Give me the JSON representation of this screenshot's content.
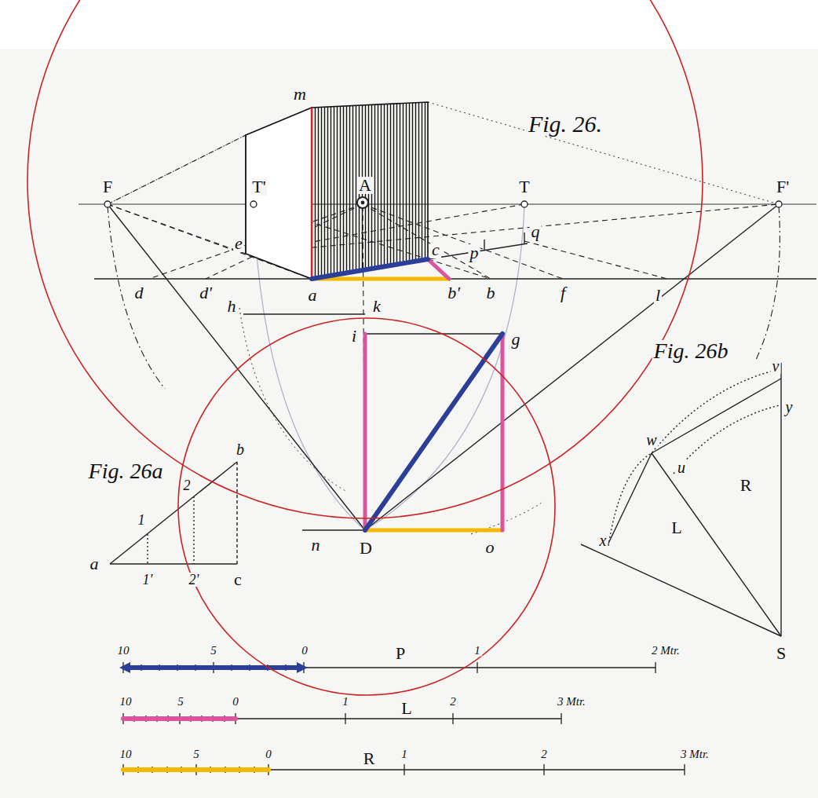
{
  "diagram": {
    "title": "Fig. 26.",
    "labels": [
      "m",
      "F",
      "T'",
      "A",
      "T",
      "F'",
      "e",
      "c",
      "p",
      "q",
      "d",
      "d'",
      "a",
      "b'",
      "b",
      "f",
      "l",
      "h",
      "k",
      "i",
      "g",
      "D",
      "o",
      "n",
      "Fig. 26a",
      "b",
      "2",
      "1",
      "a",
      "1'",
      "2'",
      "c",
      "Fig. 26b",
      "v",
      "w",
      "u",
      "y",
      "R",
      "L",
      "x",
      "S",
      "10",
      "5",
      "0",
      "P",
      "1",
      "2 Mtr.",
      "10",
      "5",
      "0",
      "1",
      "L",
      "2",
      "3 Mtr.",
      "10",
      "5",
      "0",
      "R",
      "1",
      "2",
      "3 Mtr."
    ]
  }
}
